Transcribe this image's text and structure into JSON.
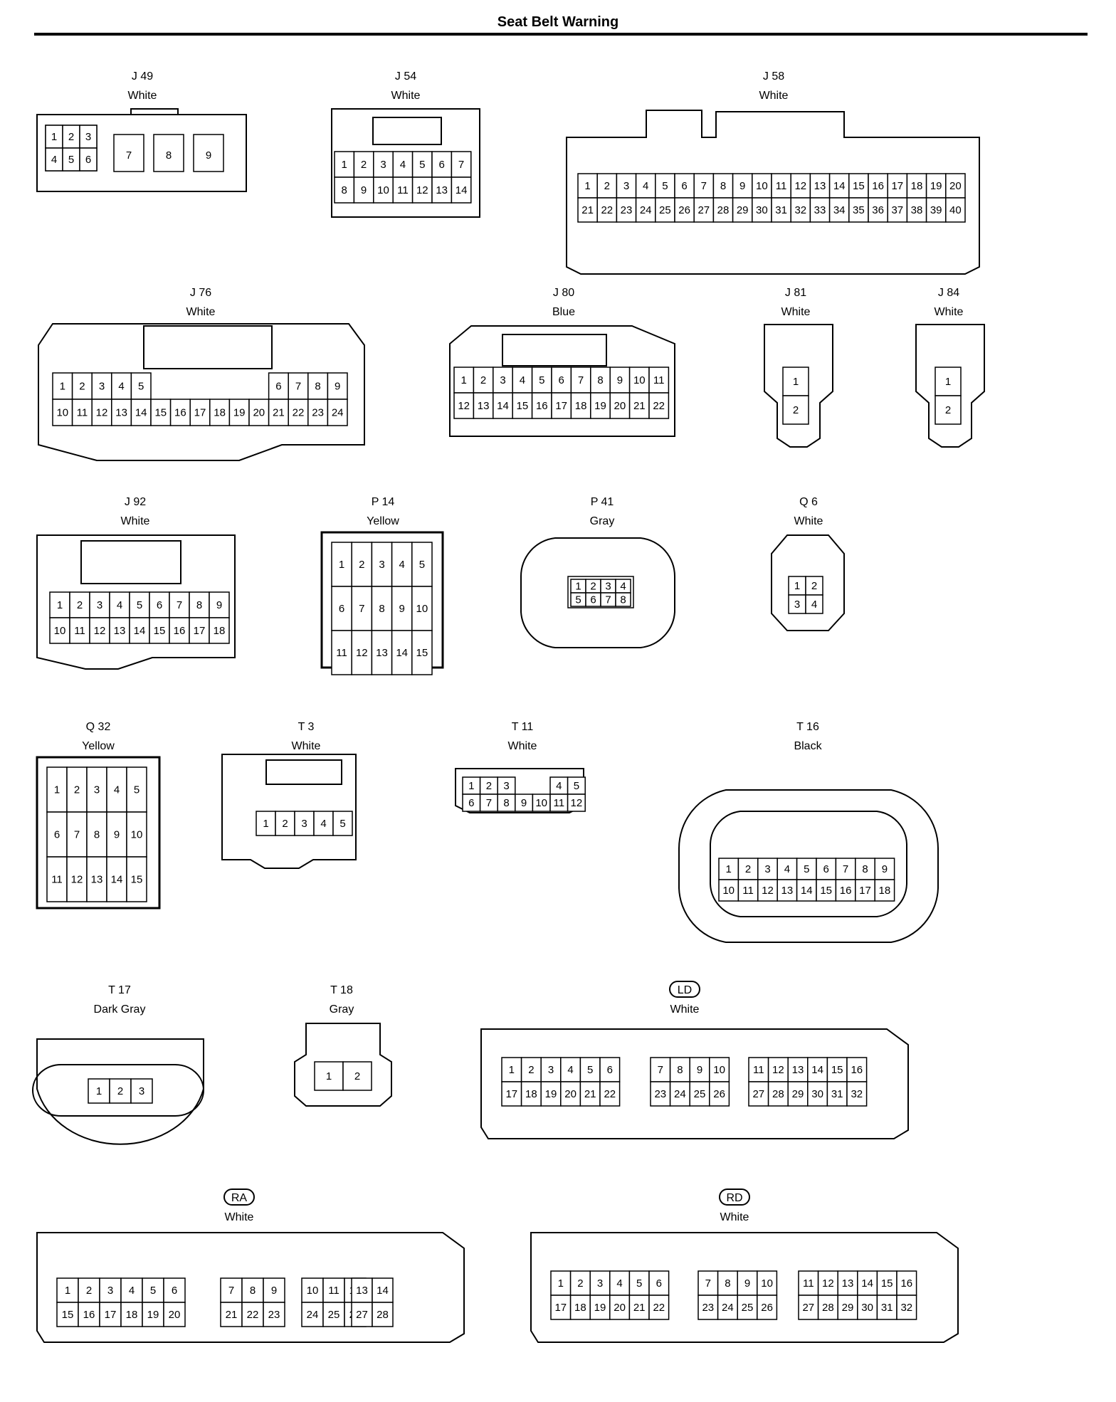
{
  "title": "Seat Belt Warning",
  "connectors": [
    {
      "code": "J 49",
      "color": "White",
      "rows": [
        [
          "1",
          "2",
          "3"
        ],
        [
          "4",
          "5",
          "6"
        ]
      ],
      "extra": [
        "7",
        "8",
        "9"
      ]
    },
    {
      "code": "J 54",
      "color": "White",
      "rows": [
        [
          "1",
          "2",
          "3",
          "4",
          "5",
          "6",
          "7"
        ],
        [
          "8",
          "9",
          "10",
          "11",
          "12",
          "13",
          "14"
        ]
      ]
    },
    {
      "code": "J 58",
      "color": "White",
      "rows": [
        [
          "1",
          "2",
          "3",
          "4",
          "5",
          "6",
          "7",
          "8",
          "9",
          "10",
          "11",
          "12",
          "13",
          "14",
          "15",
          "16",
          "17",
          "18",
          "19",
          "20"
        ],
        [
          "21",
          "22",
          "23",
          "24",
          "25",
          "26",
          "27",
          "28",
          "29",
          "30",
          "31",
          "32",
          "33",
          "34",
          "35",
          "36",
          "37",
          "38",
          "39",
          "40"
        ]
      ]
    },
    {
      "code": "J 76",
      "color": "White",
      "rows": [
        [
          "1",
          "2",
          "3",
          "4",
          "5",
          "",
          "",
          "",
          "",
          "",
          "",
          "6",
          "7",
          "8",
          "9"
        ],
        [
          "10",
          "11",
          "12",
          "13",
          "14",
          "15",
          "16",
          "17",
          "18",
          "19",
          "20",
          "21",
          "22",
          "23",
          "24"
        ]
      ]
    },
    {
      "code": "J 80",
      "color": "Blue",
      "rows": [
        [
          "1",
          "2",
          "3",
          "4",
          "5",
          "6",
          "7",
          "8",
          "9",
          "10",
          "11"
        ],
        [
          "12",
          "13",
          "14",
          "15",
          "16",
          "17",
          "18",
          "19",
          "20",
          "21",
          "22"
        ]
      ]
    },
    {
      "code": "J 81",
      "color": "White",
      "rows": [
        [
          "1"
        ],
        [
          "2"
        ]
      ]
    },
    {
      "code": "J 84",
      "color": "White",
      "rows": [
        [
          "1"
        ],
        [
          "2"
        ]
      ]
    },
    {
      "code": "J 92",
      "color": "White",
      "rows": [
        [
          "1",
          "2",
          "3",
          "4",
          "5",
          "6",
          "7",
          "8",
          "9"
        ],
        [
          "10",
          "11",
          "12",
          "13",
          "14",
          "15",
          "16",
          "17",
          "18"
        ]
      ]
    },
    {
      "code": "P 14",
      "color": "Yellow",
      "rows": [
        [
          "1",
          "2",
          "3",
          "4",
          "5"
        ],
        [
          "6",
          "7",
          "8",
          "9",
          "10"
        ],
        [
          "11",
          "12",
          "13",
          "14",
          "15"
        ]
      ]
    },
    {
      "code": "P 41",
      "color": "Gray",
      "rows": [
        [
          "1",
          "2",
          "3",
          "4"
        ],
        [
          "5",
          "6",
          "7",
          "8"
        ]
      ]
    },
    {
      "code": "Q 6",
      "color": "White",
      "rows": [
        [
          "1",
          "2"
        ],
        [
          "3",
          "4"
        ]
      ]
    },
    {
      "code": "Q 32",
      "color": "Yellow",
      "rows": [
        [
          "1",
          "2",
          "3",
          "4",
          "5"
        ],
        [
          "6",
          "7",
          "8",
          "9",
          "10"
        ],
        [
          "11",
          "12",
          "13",
          "14",
          "15"
        ]
      ]
    },
    {
      "code": "T 3",
      "color": "White",
      "rows": [
        [
          "1",
          "2",
          "3",
          "4",
          "5"
        ]
      ]
    },
    {
      "code": "T 11",
      "color": "White",
      "rows": [
        [
          "1",
          "2",
          "3",
          "",
          "",
          "4",
          "5"
        ],
        [
          "6",
          "7",
          "8",
          "9",
          "10",
          "11",
          "12"
        ]
      ]
    },
    {
      "code": "T 16",
      "color": "Black",
      "rows": [
        [
          "1",
          "2",
          "3",
          "4",
          "5",
          "6",
          "7",
          "8",
          "9"
        ],
        [
          "10",
          "11",
          "12",
          "13",
          "14",
          "15",
          "16",
          "17",
          "18"
        ]
      ]
    },
    {
      "code": "T 17",
      "color": "Dark Gray",
      "rows": [
        [
          "1",
          "2",
          "3"
        ]
      ]
    },
    {
      "code": "T 18",
      "color": "Gray",
      "rows": [
        [
          "1",
          "2"
        ]
      ]
    },
    {
      "code": "LD",
      "color": "White",
      "boxed": true,
      "groups": [
        [
          [
            "1",
            "2",
            "3",
            "4",
            "5",
            "6"
          ],
          [
            "17",
            "18",
            "19",
            "20",
            "21",
            "22"
          ]
        ],
        [
          [
            "7",
            "8",
            "9",
            "10"
          ],
          [
            "23",
            "24",
            "25",
            "26"
          ]
        ],
        [
          [
            "11",
            "12",
            "13",
            "14",
            "15",
            "16"
          ],
          [
            "27",
            "28",
            "29",
            "30",
            "31",
            "32"
          ]
        ]
      ]
    },
    {
      "code": "RA",
      "color": "White",
      "boxed": true,
      "groups": [
        [
          [
            "1",
            "2",
            "3",
            "4",
            "5",
            "6"
          ],
          [
            "15",
            "16",
            "17",
            "18",
            "19",
            "20"
          ]
        ],
        [
          [
            "7",
            "8",
            "9"
          ],
          [
            "21",
            "22",
            "23"
          ]
        ],
        [
          [
            "10",
            "11",
            "12"
          ],
          [
            "24",
            "25",
            "26"
          ]
        ],
        [
          [
            "13",
            "14"
          ],
          [
            "27",
            "28"
          ]
        ]
      ]
    },
    {
      "code": "RD",
      "color": "White",
      "boxed": true,
      "groups": [
        [
          [
            "1",
            "2",
            "3",
            "4",
            "5",
            "6"
          ],
          [
            "17",
            "18",
            "19",
            "20",
            "21",
            "22"
          ]
        ],
        [
          [
            "7",
            "8",
            "9",
            "10"
          ],
          [
            "23",
            "24",
            "25",
            "26"
          ]
        ],
        [
          [
            "11",
            "12",
            "13",
            "14",
            "15",
            "16"
          ],
          [
            "27",
            "28",
            "29",
            "30",
            "31",
            "32"
          ]
        ]
      ]
    }
  ]
}
